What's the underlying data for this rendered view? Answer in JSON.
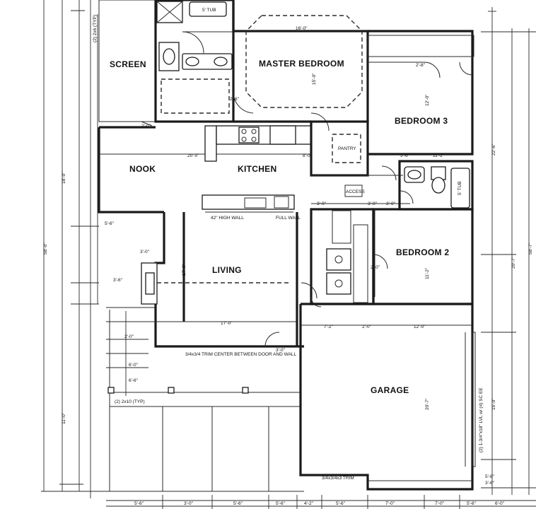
{
  "rooms": {
    "screen": "SCREEN",
    "master_bedroom": "MASTER BEDROOM",
    "bedroom3": "BEDROOM 3",
    "nook": "NOOK",
    "kitchen": "KITCHEN",
    "bedroom2": "BEDROOM 2",
    "living": "LIVING",
    "garage": "GARAGE"
  },
  "notes": {
    "beam_top": "(2) 2x6 (TYP)",
    "beam_porch": "(2) 2x10 (TYP)",
    "beam_garage": "(2) 1-3/4\"x18\" LVL w/ (4) SC EE",
    "pantry": "PANTRY",
    "access": "ACCESS",
    "full_wall": "FULL WALL",
    "bar_wall": "42\" HIGH WALL",
    "tub": "5' TUB",
    "tub2": "5' TUB",
    "center_note": "3/4x3/4 TRIM CENTER BETWEEN DOOR AND WALL",
    "slab_note": "3/4x3/4x3 TRIM"
  },
  "dimensions": {
    "master_width": "16'-0\"",
    "kitchen_run": "20'-0\"",
    "kitchen_right": "8'-0\"",
    "bed3_width": "11'-2\"",
    "bed3_width2": "5'-6\"",
    "living_width": "17'-0\"",
    "garage_top_a": "7'-2\"",
    "garage_top_b": "2'-0\"",
    "garage_top_c": "12'-0\"",
    "hall_a": "3'-0\"",
    "hall_b": "3'-0\"",
    "hall_c": "3'-0\"",
    "left_total": "58'-0\"",
    "left_sub1": "18'-0\"",
    "left_sub2": "11'-0\"",
    "living_depth": "17'-0\"",
    "master_depth": "15'-0\"",
    "bed3_depth": "12'-0\"",
    "bed2_depth": "11'-2\"",
    "garage_depth": "20'-7\"",
    "right_total": "58'-7\"",
    "right_sub1": "22'-6\"",
    "right_sub2": "20'-7\"",
    "right_sub3": "15'-0\"",
    "door_2_0": "2'-0\"",
    "door_2_6": "2'-6\"",
    "door_2_8": "2'-8\"",
    "door_3_0": "3'-0\"",
    "door_2_0b": "2'-0\"",
    "bot_a": "5'-6\"",
    "bot_b": "3'-0\"",
    "bot_c": "5'-6\"",
    "bot_d": "5'-6\"",
    "bot_e": "4'-2\"",
    "bot_f": "5'-6\"",
    "bot_g": "7'-0\"",
    "bot_h": "7'-0\"",
    "bot_i": "5'-6\"",
    "bot_j": "6'-0\"",
    "ldim_a": "5'-6\"",
    "ldim_b": "3'-0\"",
    "ldim_c": "3'-6\"",
    "ldim_d": "2'-0\"",
    "ldim_e": "6'-0\"",
    "ldim_f": "6'-6\"",
    "rdim_a": "3'-6\"",
    "rdim_b": "5'-6\""
  }
}
